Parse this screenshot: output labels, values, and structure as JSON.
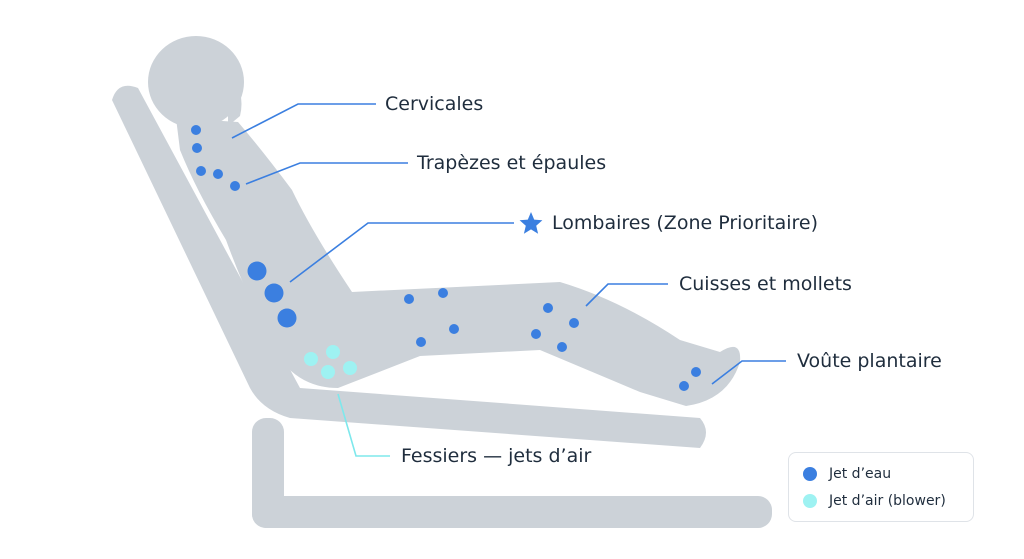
{
  "colors": {
    "silhouette": "#ccd2d8",
    "water_jet": "#3b7fe0",
    "air_jet": "#9ef2f2",
    "leader_line": "#3b7fe0",
    "air_leader_line": "#7ee8ec",
    "text": "#1f2d3d"
  },
  "zones": {
    "cervicales": "Cervicales",
    "trapezes": "Trapèzes et épaules",
    "lombaires": "Lombaires (Zone Prioritaire)",
    "cuisses": "Cuisses et mollets",
    "voute": "Voûte plantaire",
    "fessiers": "Fessiers — jets d’air"
  },
  "icons": {
    "priority": "star-icon"
  },
  "legend": {
    "water_label": "Jet d’eau",
    "air_label": "Jet d’air (blower)"
  }
}
